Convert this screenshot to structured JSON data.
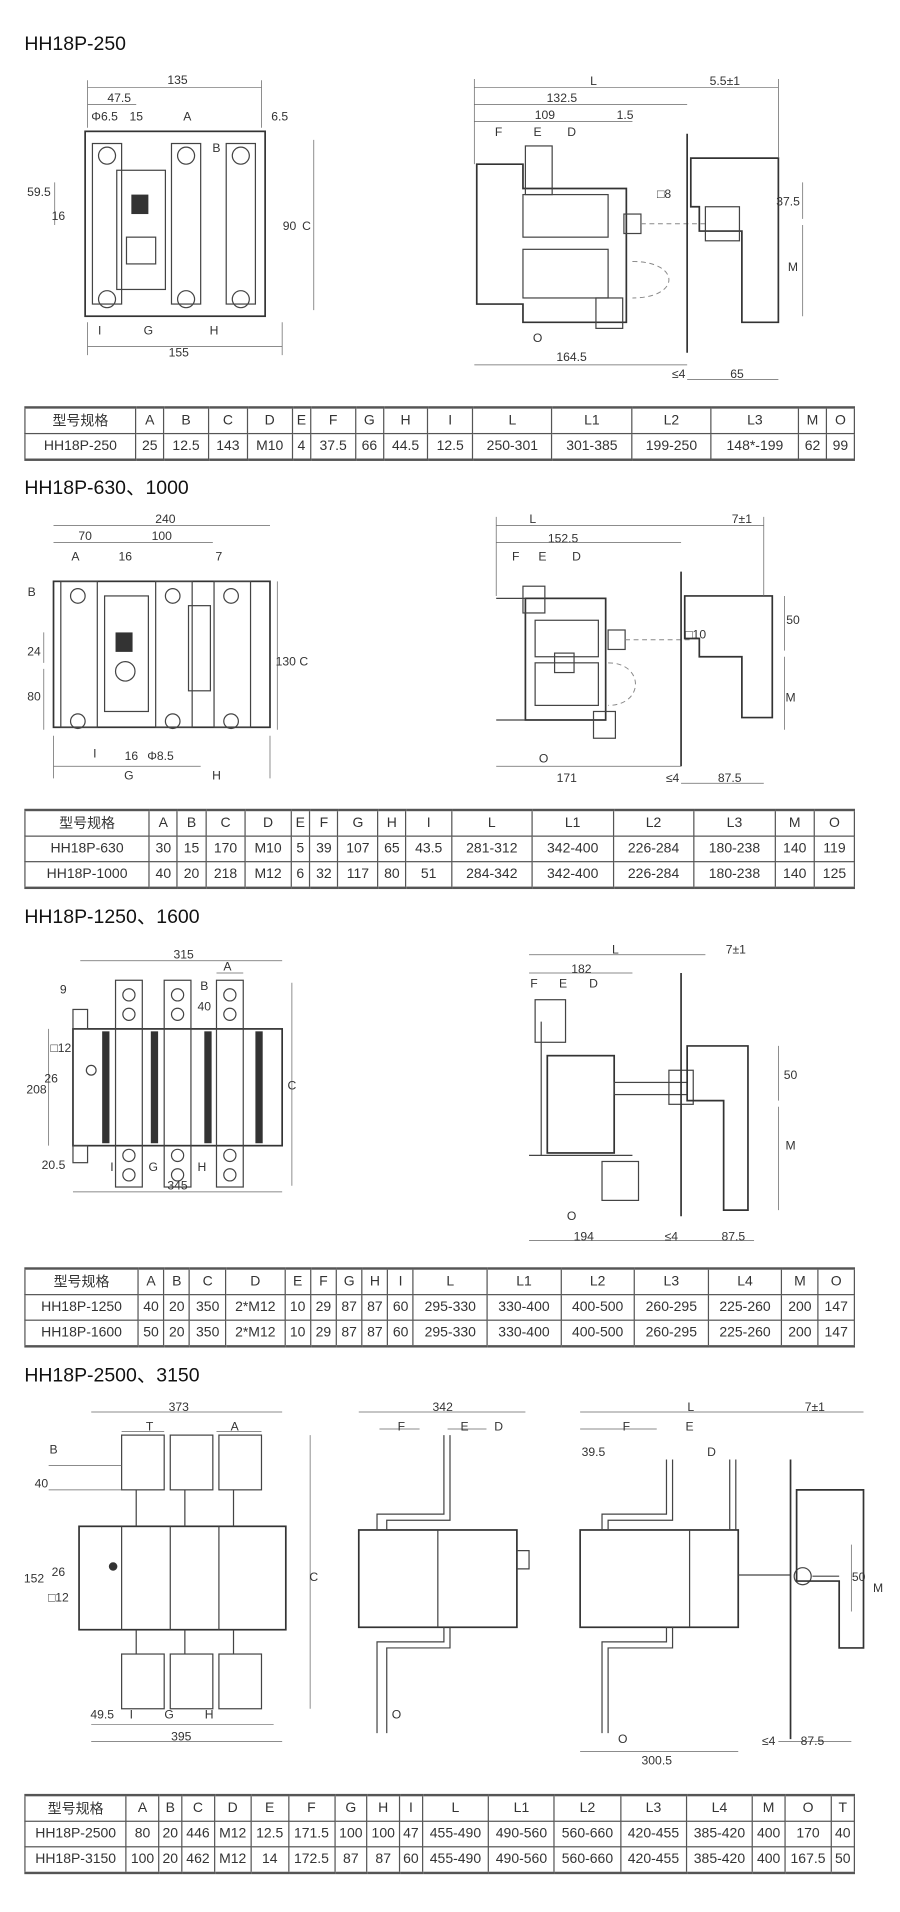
{
  "sections": [
    {
      "title": "HH18P-250",
      "labels": [
        "135",
        "47.5",
        "Φ6.5",
        "15",
        "A",
        "6.5",
        "B",
        "59.5",
        "16",
        "90",
        "C",
        "I",
        "G",
        "H",
        "155",
        "L",
        "5.5±1",
        "132.5",
        "109",
        "1.5",
        "F",
        "E",
        "D",
        "□8",
        "37.5",
        "M",
        "O",
        "164.5",
        "≤4",
        "65"
      ],
      "table": {
        "headers": [
          "型号规格",
          "A",
          "B",
          "C",
          "D",
          "E",
          "F",
          "G",
          "H",
          "I",
          "L",
          "L1",
          "L2",
          "L3",
          "M",
          "O"
        ],
        "rows": [
          [
            "HH18P-250",
            "25",
            "12.5",
            "143",
            "M10",
            "4",
            "37.5",
            "66",
            "44.5",
            "12.5",
            "250-301",
            "301-385",
            "199-250",
            "148*-199",
            "62",
            "99"
          ]
        ]
      }
    },
    {
      "title": "HH18P-630、1000",
      "labels": [
        "240",
        "70",
        "100",
        "A",
        "16",
        "7",
        "B",
        "24",
        "130 C",
        "80",
        "I",
        "16",
        "Φ8.5",
        "G",
        "H",
        "L",
        "7±1",
        "152.5",
        "F",
        "E",
        "D",
        "□10",
        "50",
        "M",
        "O",
        "171",
        "≤4",
        "87.5"
      ],
      "table": {
        "headers": [
          "型号规格",
          "A",
          "B",
          "C",
          "D",
          "E",
          "F",
          "G",
          "H",
          "I",
          "L",
          "L1",
          "L2",
          "L3",
          "M",
          "O"
        ],
        "rows": [
          [
            "HH18P-630",
            "30",
            "15",
            "170",
            "M10",
            "5",
            "39",
            "107",
            "65",
            "43.5",
            "281-312",
            "342-400",
            "226-284",
            "180-238",
            "140",
            "119"
          ],
          [
            "HH18P-1000",
            "40",
            "20",
            "218",
            "M12",
            "6",
            "32",
            "117",
            "80",
            "51",
            "284-342",
            "342-400",
            "226-284",
            "180-238",
            "140",
            "125"
          ]
        ]
      }
    },
    {
      "title": "HH18P-1250、1600",
      "labels": [
        "315",
        "A",
        "9",
        "B",
        "40",
        "□12",
        "26",
        "208",
        "C",
        "20.5",
        "I",
        "G",
        "H",
        "345",
        "L",
        "7±1",
        "182",
        "F",
        "E",
        "D",
        "50",
        "M",
        "O",
        "194",
        "≤4",
        "87.5"
      ],
      "table": {
        "headers": [
          "型号规格",
          "A",
          "B",
          "C",
          "D",
          "E",
          "F",
          "G",
          "H",
          "I",
          "L",
          "L1",
          "L2",
          "L3",
          "L4",
          "M",
          "O"
        ],
        "rows": [
          [
            "HH18P-1250",
            "40",
            "20",
            "350",
            "2*M12",
            "10",
            "29",
            "87",
            "87",
            "60",
            "295-330",
            "330-400",
            "400-500",
            "260-295",
            "225-260",
            "200",
            "147"
          ],
          [
            "HH18P-1600",
            "50",
            "20",
            "350",
            "2*M12",
            "10",
            "29",
            "87",
            "87",
            "60",
            "295-330",
            "330-400",
            "400-500",
            "260-295",
            "225-260",
            "200",
            "147"
          ]
        ]
      }
    },
    {
      "title": "HH18P-2500、3150",
      "labels": [
        "373",
        "T",
        "A",
        "B",
        "40",
        "26",
        "152",
        "□12",
        "C",
        "49.5",
        "I",
        "G",
        "H",
        "395",
        "342",
        "F",
        "E",
        "D",
        "O",
        "L",
        "7±1",
        "F",
        "E",
        "39.5",
        "D",
        "50",
        "M",
        "O",
        "≤4",
        "87.5",
        "300.5"
      ],
      "table": {
        "headers": [
          "型号规格",
          "A",
          "B",
          "C",
          "D",
          "E",
          "F",
          "G",
          "H",
          "I",
          "L",
          "L1",
          "L2",
          "L3",
          "L4",
          "M",
          "O",
          "T"
        ],
        "rows": [
          [
            "HH18P-2500",
            "80",
            "20",
            "446",
            "M12",
            "12.5",
            "171.5",
            "100",
            "100",
            "47",
            "455-490",
            "490-560",
            "560-660",
            "420-455",
            "385-420",
            "400",
            "170",
            "40"
          ],
          [
            "HH18P-3150",
            "100",
            "20",
            "462",
            "M12",
            "14",
            "172.5",
            "87",
            "87",
            "60",
            "455-490",
            "490-560",
            "560-660",
            "420-455",
            "385-420",
            "400",
            "167.5",
            "50"
          ]
        ]
      }
    }
  ]
}
